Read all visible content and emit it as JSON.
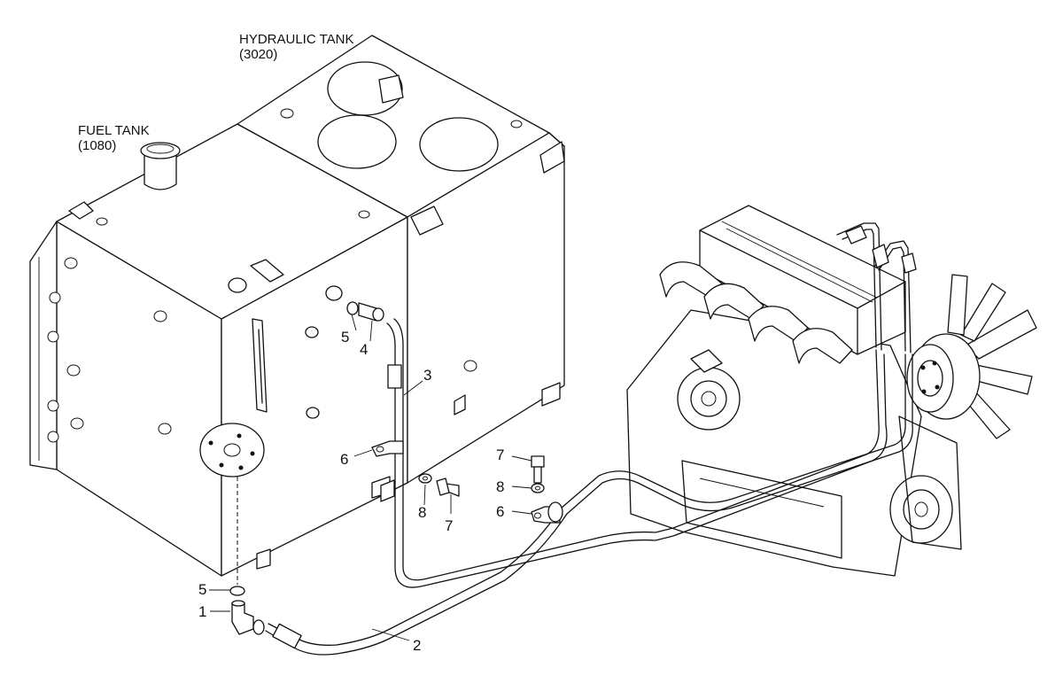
{
  "labels": {
    "fuel_tank": {
      "name": "FUEL TANK",
      "code": "(1080)"
    },
    "hydraulic_tank": {
      "name": "HYDRAULIC TANK",
      "code": "(3020)"
    }
  },
  "callouts": [
    {
      "id": "c1",
      "text": "1"
    },
    {
      "id": "c2",
      "text": "2"
    },
    {
      "id": "c3",
      "text": "3"
    },
    {
      "id": "c4",
      "text": "4"
    },
    {
      "id": "c5a",
      "text": "5"
    },
    {
      "id": "c5b",
      "text": "5"
    },
    {
      "id": "c6a",
      "text": "6"
    },
    {
      "id": "c6b",
      "text": "6"
    },
    {
      "id": "c7a",
      "text": "7"
    },
    {
      "id": "c7b",
      "text": "7"
    },
    {
      "id": "c8a",
      "text": "8"
    },
    {
      "id": "c8b",
      "text": "8"
    }
  ]
}
